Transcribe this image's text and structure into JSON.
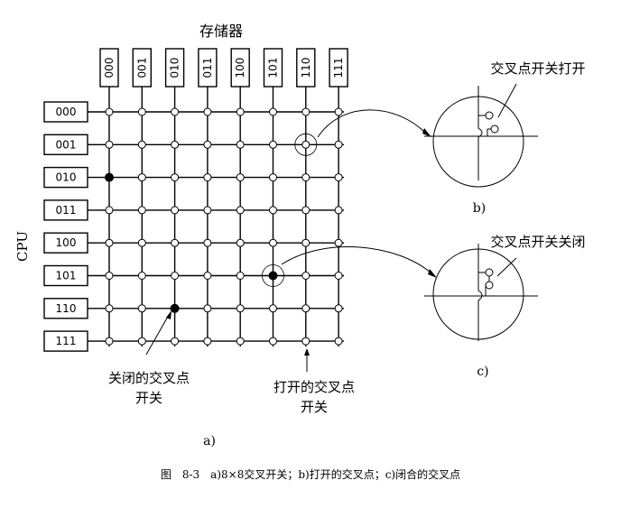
{
  "memory_label": "存储器",
  "cpu_label": "CPU",
  "memory_addresses": [
    "000",
    "001",
    "010",
    "011",
    "100",
    "101",
    "110",
    "111"
  ],
  "cpu_addresses": [
    "000",
    "001",
    "010",
    "011",
    "100",
    "101",
    "110",
    "111"
  ],
  "closed_crosspoints": [
    {
      "row": 2,
      "col": 0
    },
    {
      "row": 6,
      "col": 2
    },
    {
      "row": 5,
      "col": 5
    }
  ],
  "highlighted_open_crosspoint": {
    "row": 1,
    "col": 6
  },
  "callout_closed_grid": [
    "关闭的交叉点",
    "开关"
  ],
  "callout_open_grid": [
    "打开的交叉点",
    "开关"
  ],
  "callout_open_switch": "交叉点开关打开",
  "callout_closed_switch": "交叉点开关关闭",
  "label_a": "a)",
  "label_b": "b)",
  "label_c": "c)",
  "caption": "图　8-3　a)8×8交叉开关；b)打开的交叉点；c)闭合的交叉点"
}
